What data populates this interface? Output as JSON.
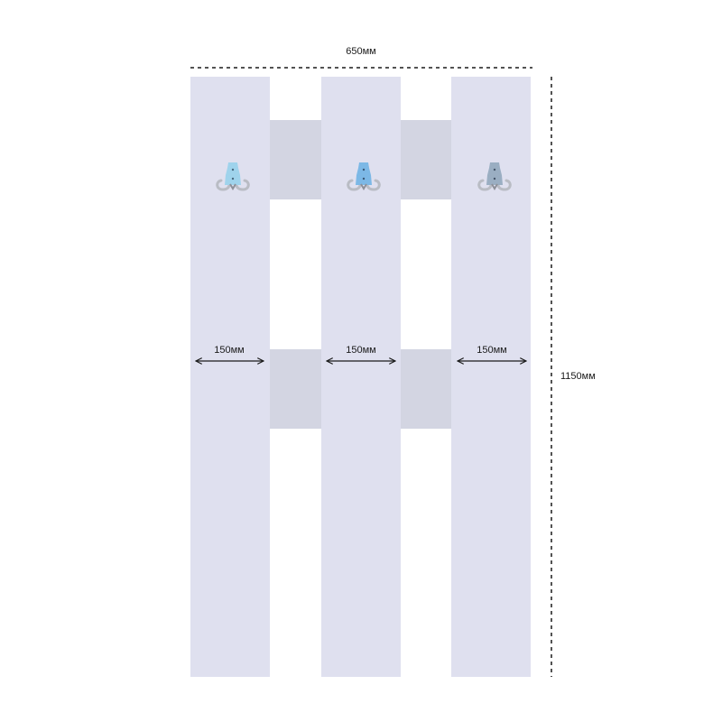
{
  "dimensions": {
    "total_width": "650мм",
    "total_height": "1150мм",
    "panel_width": "150мм"
  },
  "panels": [
    {
      "name": "panel-left",
      "hook_color": "#9fd3ec"
    },
    {
      "name": "panel-middle",
      "hook_color": "#7cb8e6"
    },
    {
      "name": "panel-right",
      "hook_color": "#9aaec2"
    }
  ],
  "colors": {
    "panel": "#dfe0ef",
    "rail": "#d3d5e2",
    "hook_metal": "#b9bcc4",
    "dimension_line": "#1a1a1a"
  }
}
